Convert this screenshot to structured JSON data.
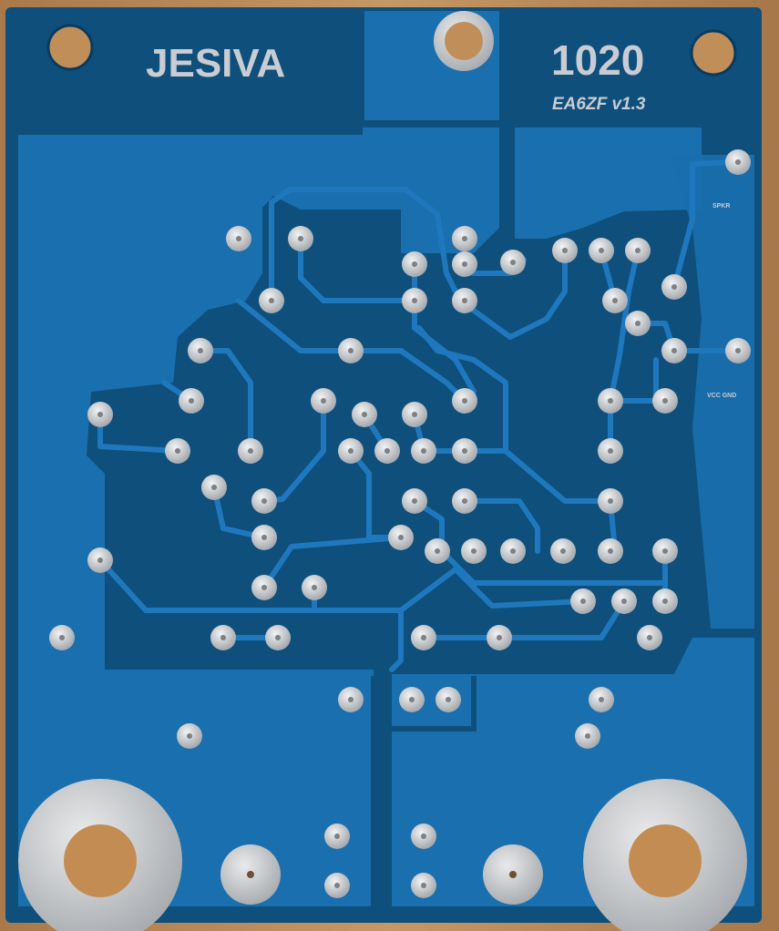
{
  "board": {
    "brand_text": "JESIVA",
    "model_text": "1020",
    "version_text": "EA6ZF v1.3",
    "tiny_label_1": "SPKR",
    "tiny_label_2": "VCC GND"
  },
  "colors": {
    "wood": "#b98a57",
    "pcb": "#0e4f7c",
    "copper_fill": "#1a6fae",
    "pad": "#c7c9cc",
    "silkscreen": "#c9ccd2"
  }
}
